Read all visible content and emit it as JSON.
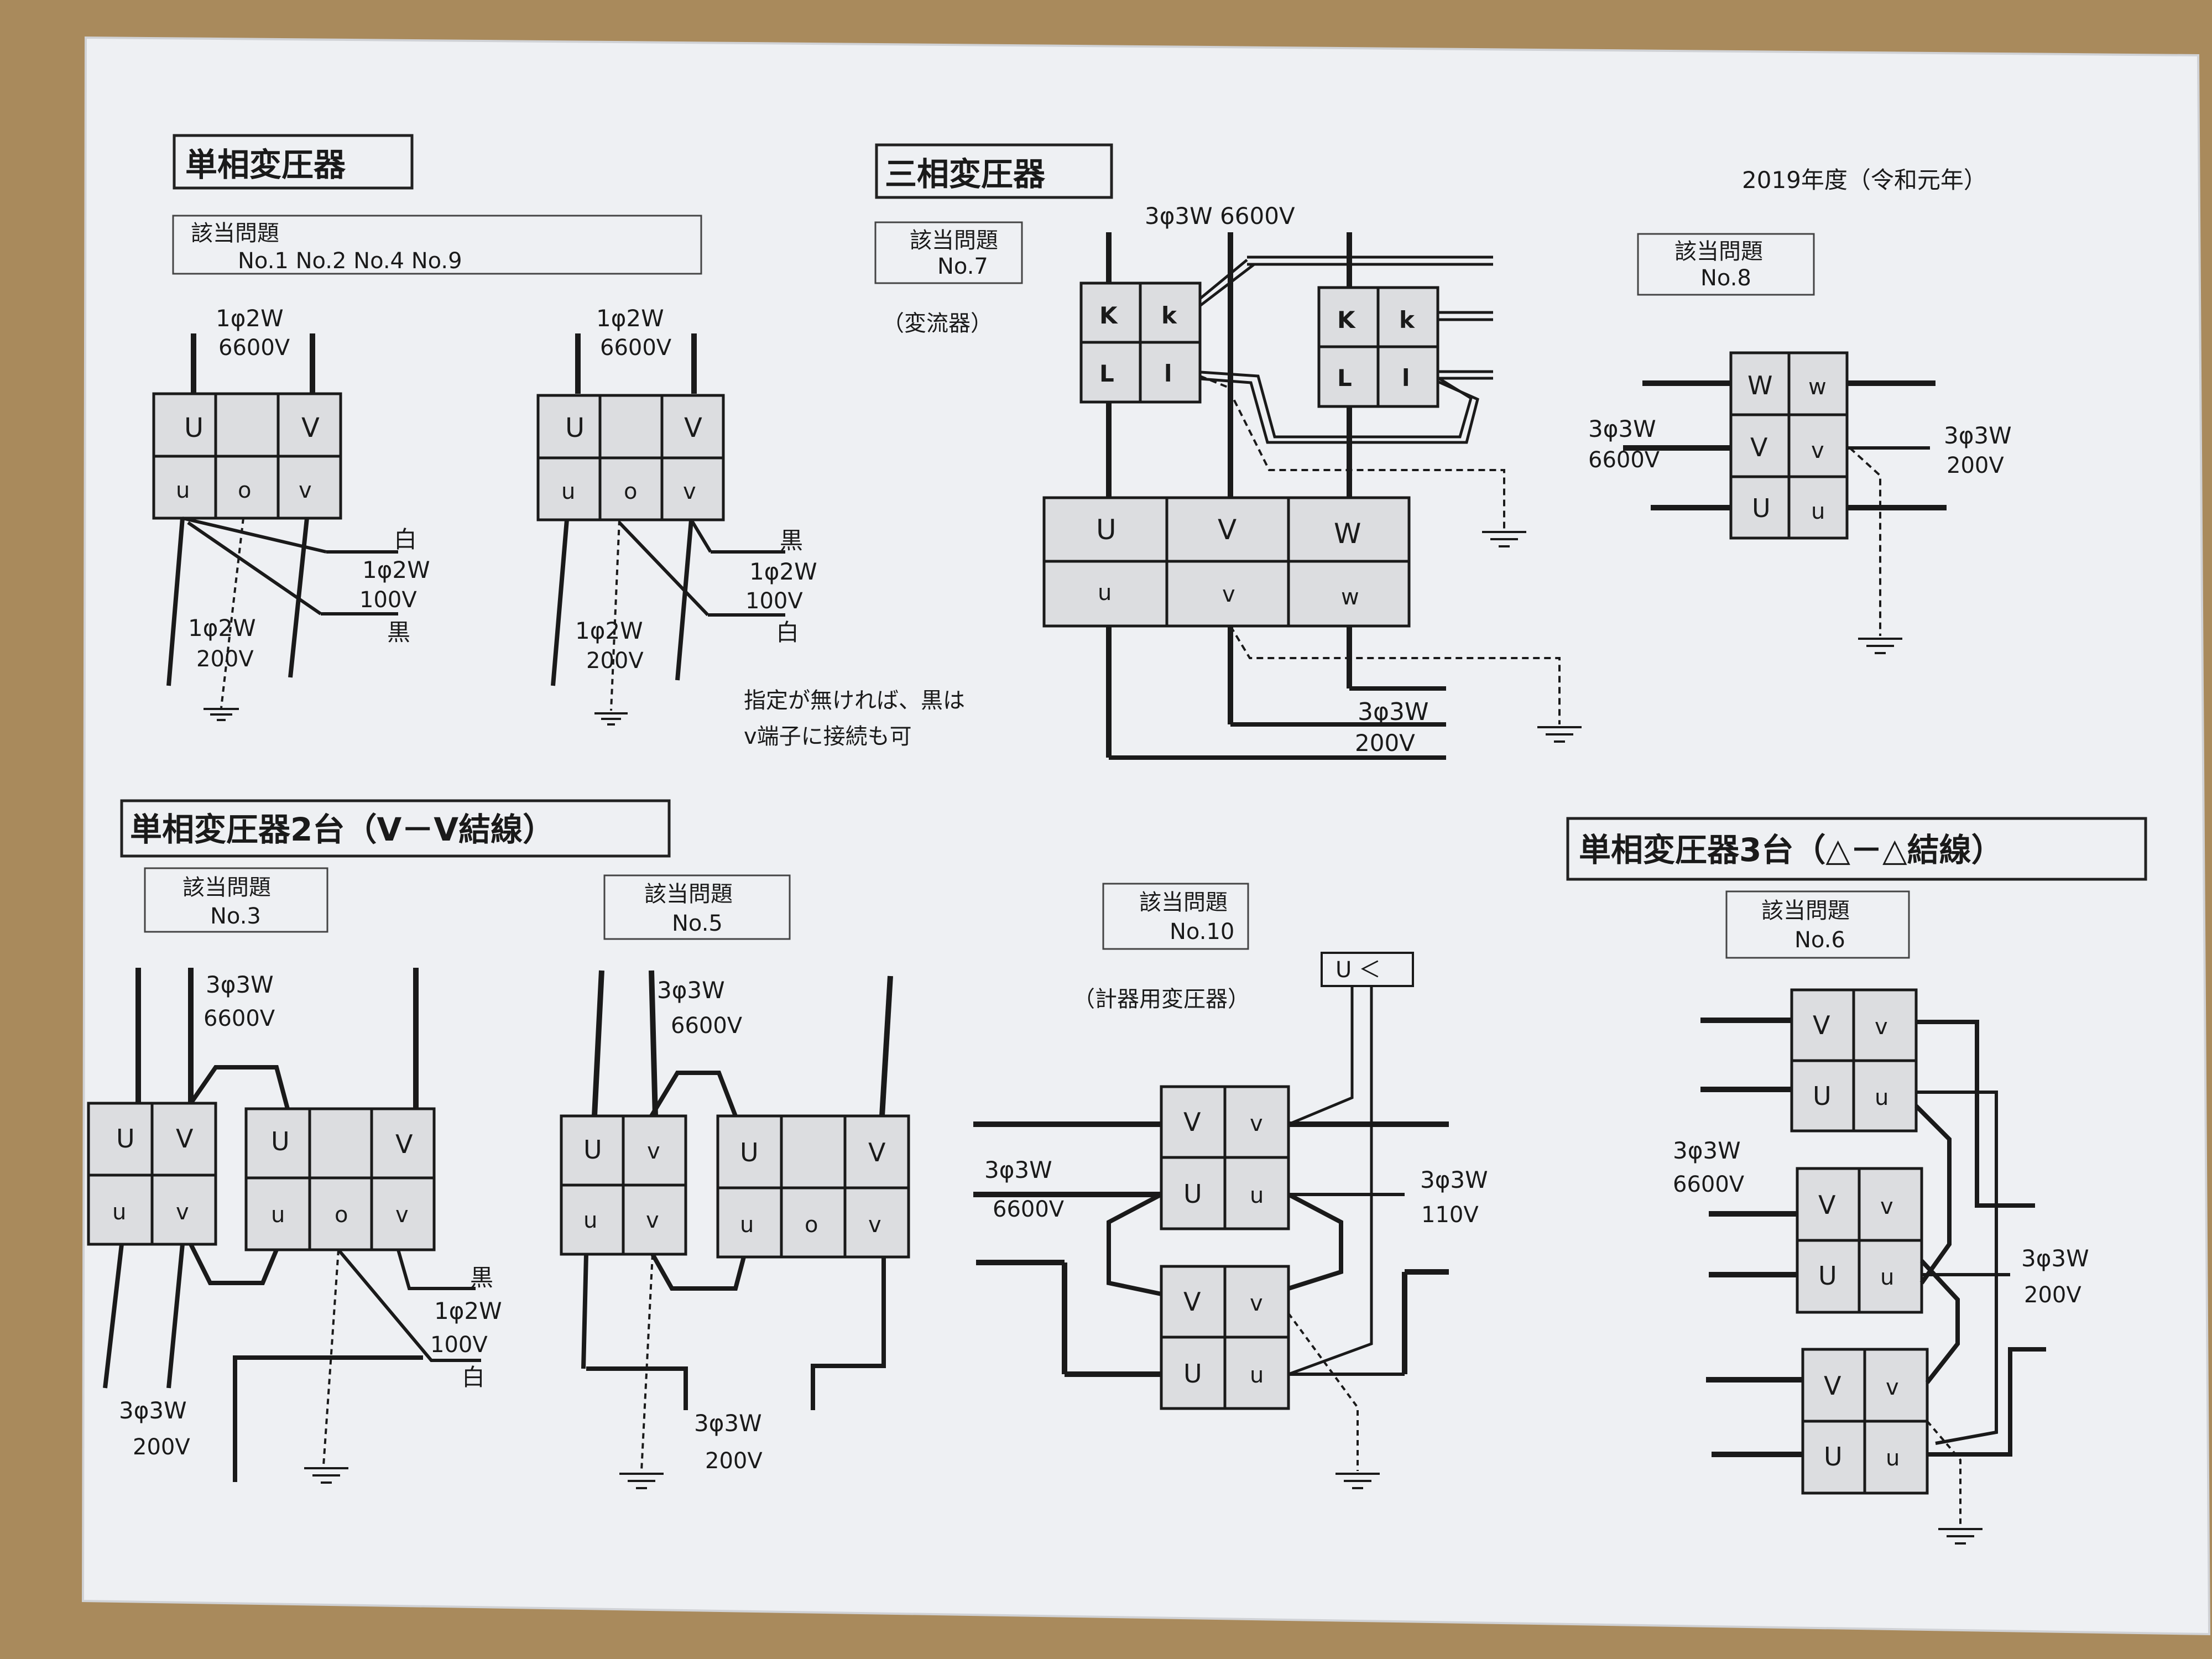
{
  "year": "2019年度（令和元年）",
  "sections": {
    "single": "単相変圧器",
    "three": "三相変圧器",
    "vv": "単相変圧器2台（V－V結線）",
    "delta": "単相変圧器3台（△－△結線）"
  },
  "problem_heading": "該当問題",
  "problems": {
    "single": "No.1        No.2        No.4        No.9",
    "no7": "No.7",
    "no8": "No.8",
    "no3": "No.3",
    "no5": "No.5",
    "no10": "No.10",
    "no6": "No.6"
  },
  "notes": {
    "ct": "（変流器）",
    "vt": "（計器用変圧器）",
    "designation_1": "指定が無ければ、黒は",
    "designation_2": "v端子に接続も可",
    "u_arrow": "U ＜"
  },
  "labels": {
    "p1_2w": "1φ2W",
    "p3_3w": "3φ3W",
    "v6600": "6600V",
    "v200": "200V",
    "v100": "100V",
    "v110": "110V",
    "white": "白",
    "black": "黒",
    "src_7": "3φ3W  6600V"
  },
  "terminals": {
    "U": "U",
    "V": "V",
    "W": "W",
    "u": "u",
    "v": "v",
    "w": "w",
    "o": "o",
    "K": "K",
    "k": "k",
    "L": "L",
    "l": "l"
  }
}
